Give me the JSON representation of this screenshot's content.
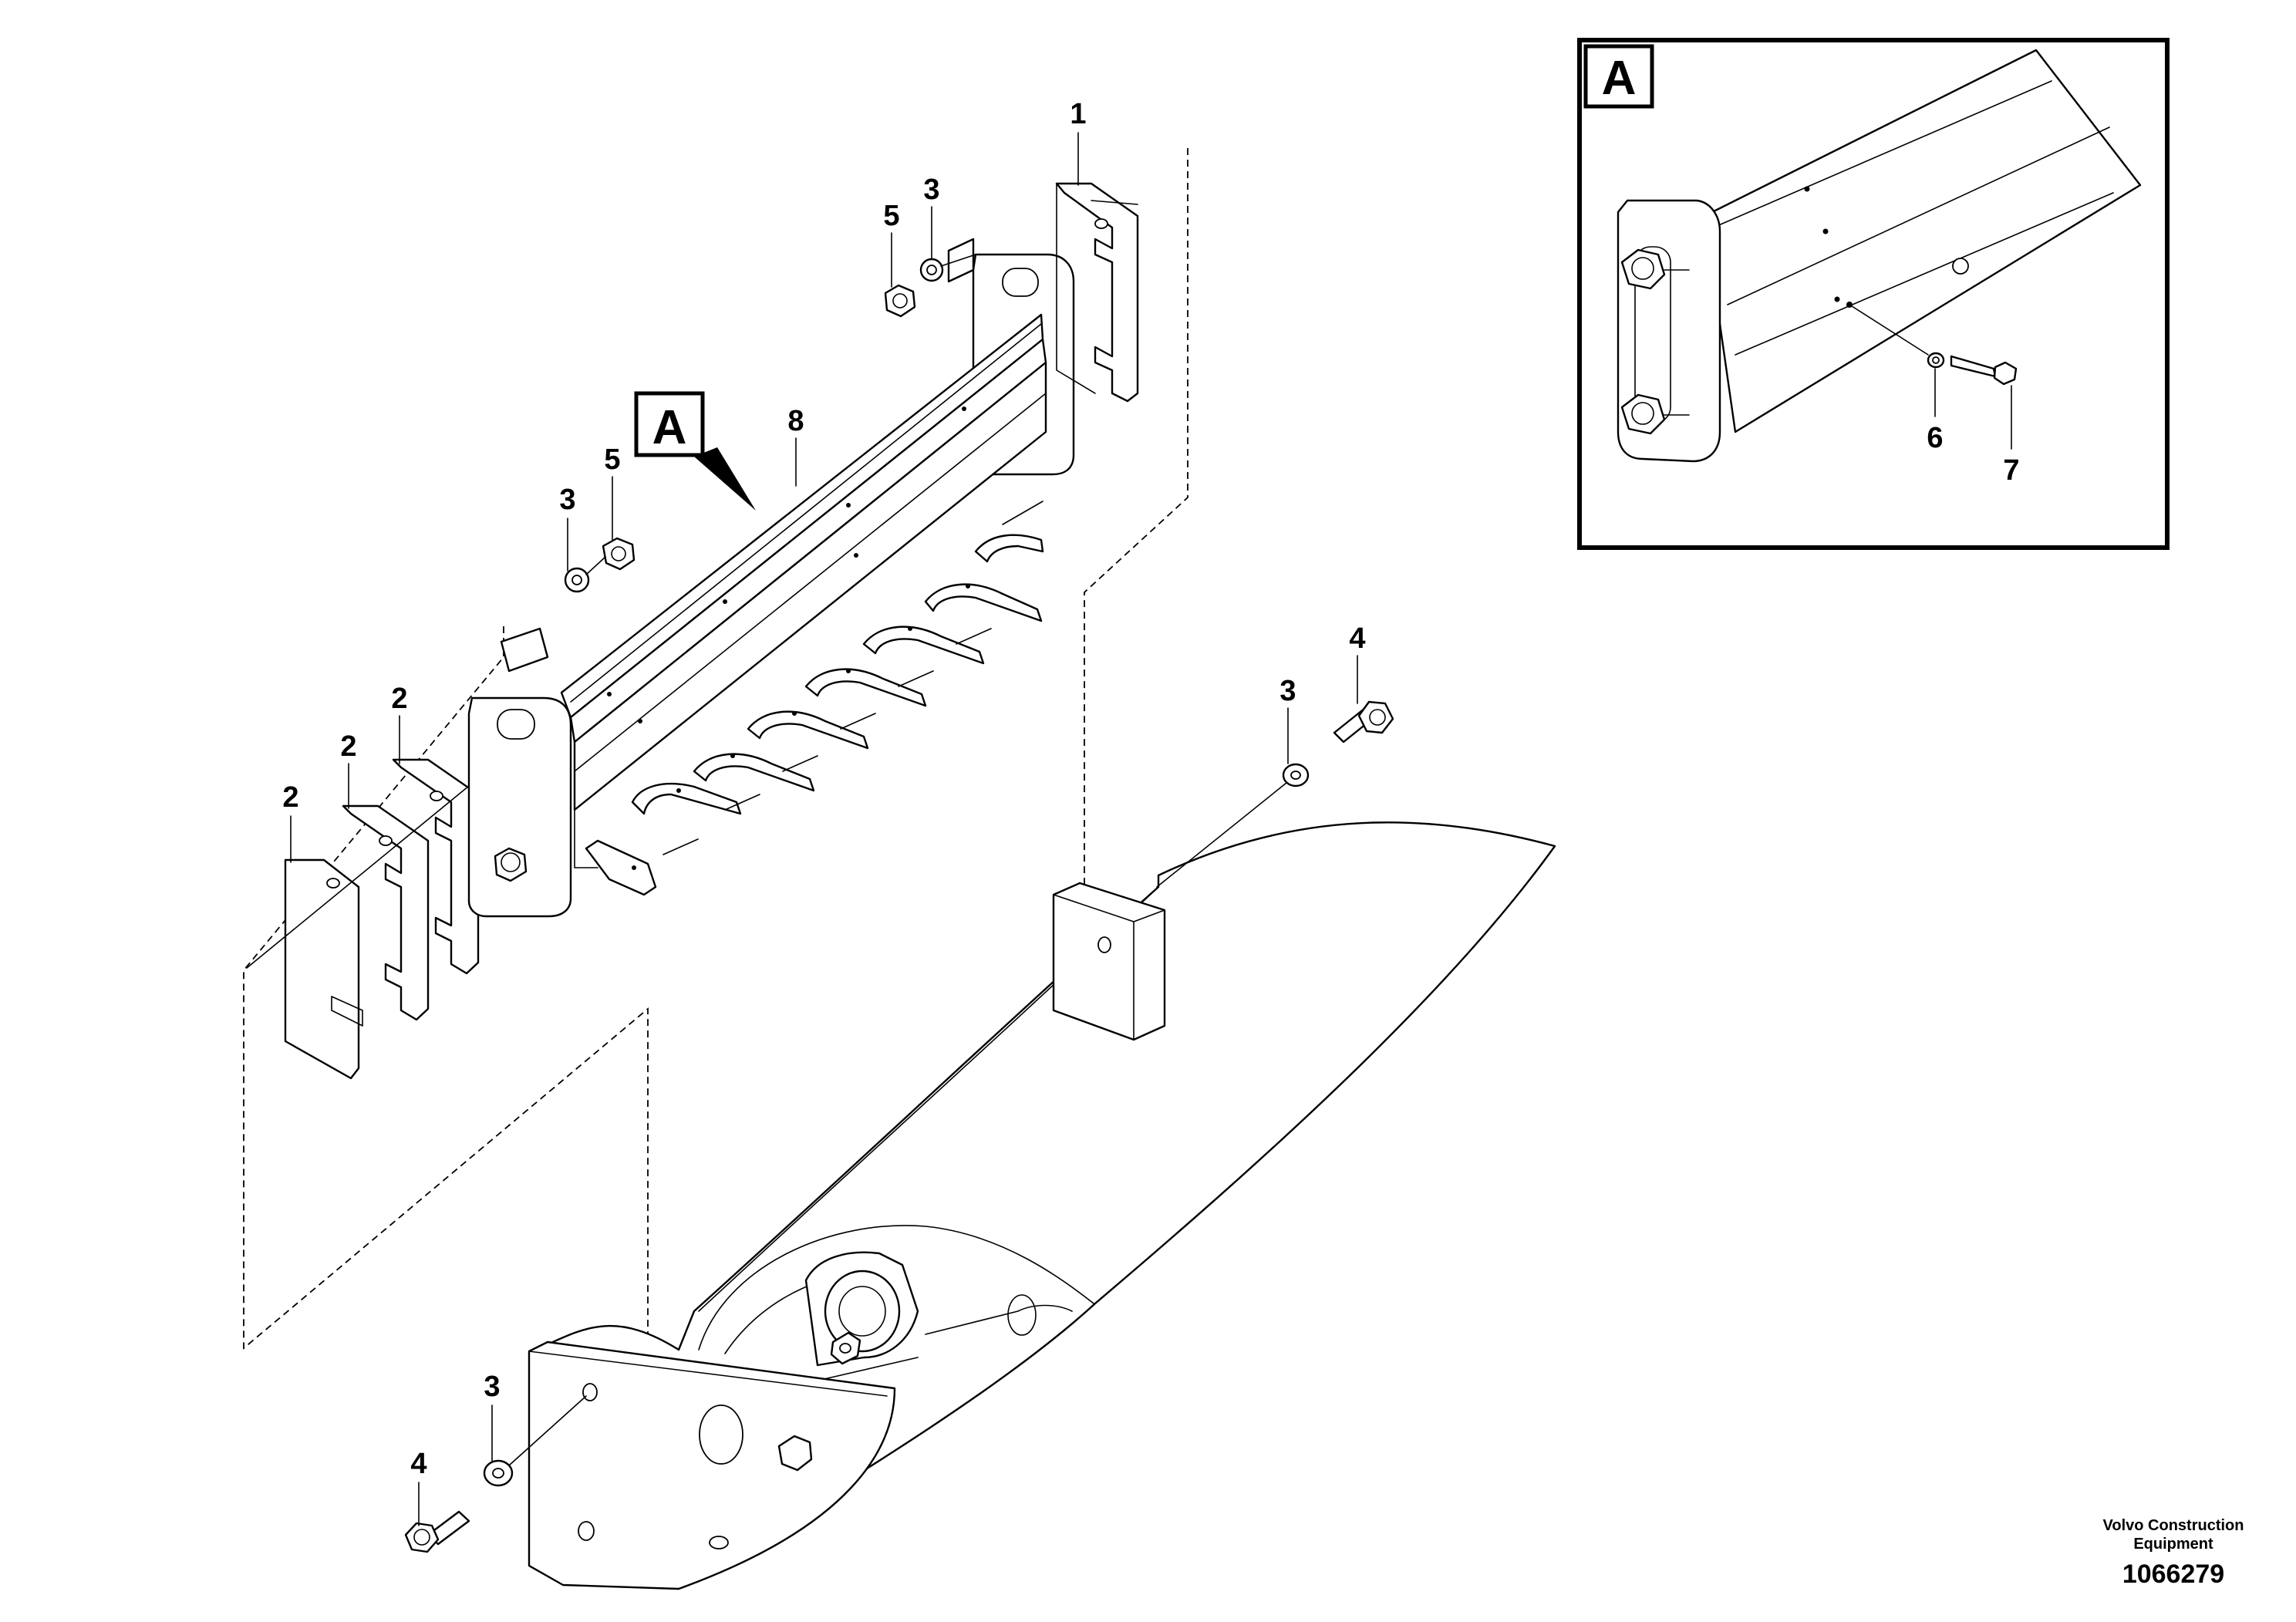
{
  "diagram": {
    "callouts": [
      {
        "id": "c1",
        "label": "1"
      },
      {
        "id": "c3a",
        "label": "3"
      },
      {
        "id": "c5a",
        "label": "5"
      },
      {
        "id": "c8",
        "label": "8"
      },
      {
        "id": "c5b",
        "label": "5"
      },
      {
        "id": "c3b",
        "label": "3"
      },
      {
        "id": "c2a",
        "label": "2"
      },
      {
        "id": "c2b",
        "label": "2"
      },
      {
        "id": "c2c",
        "label": "2"
      },
      {
        "id": "c4a",
        "label": "4"
      },
      {
        "id": "c3c",
        "label": "3"
      },
      {
        "id": "c3d",
        "label": "3"
      },
      {
        "id": "c4b",
        "label": "4"
      },
      {
        "id": "c6",
        "label": "6"
      },
      {
        "id": "c7",
        "label": "7"
      }
    ],
    "view_tag": "A",
    "detail_tag": "A"
  },
  "footer": {
    "brand_line1": "Volvo Construction",
    "brand_line2": "Equipment",
    "drawing_number": "1066279"
  }
}
